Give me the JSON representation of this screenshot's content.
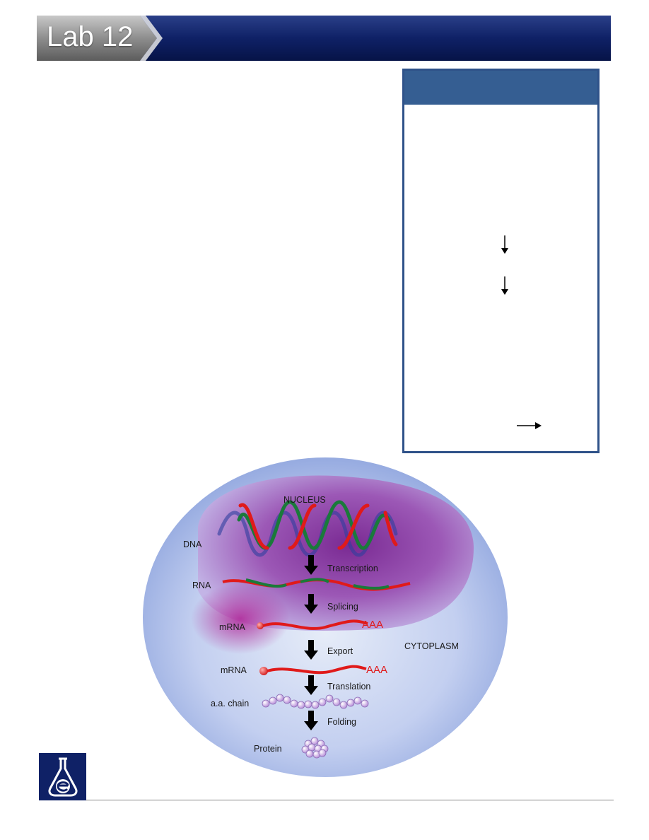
{
  "header": {
    "title": "Lab 12"
  },
  "diagram": {
    "nucleus_label": "NUCLEUS",
    "cytoplasm_label": "CYTOPLASM",
    "dna_label": "DNA",
    "rna_label": "RNA",
    "mrna_label_1": "mRNA",
    "mrna_label_2": "mRNA",
    "aa_chain_label": "a.a. chain",
    "protein_label": "Protein",
    "poly_a_1": "AAA",
    "poly_a_2": "AAA",
    "steps": [
      "Transcription",
      "Splicing",
      "Export",
      "Translation",
      "Folding"
    ]
  },
  "colors": {
    "header_navy": "#0c1e5c",
    "sidebar_border": "#2f5289",
    "sidebar_header": "#355e92",
    "logo_navy": "#0f2166",
    "rna_red": "#e01a1a",
    "rna_green": "#1a7a3a"
  },
  "icons": [
    "flask-e-logo-icon",
    "down-arrow-icon",
    "right-arrow-icon"
  ]
}
